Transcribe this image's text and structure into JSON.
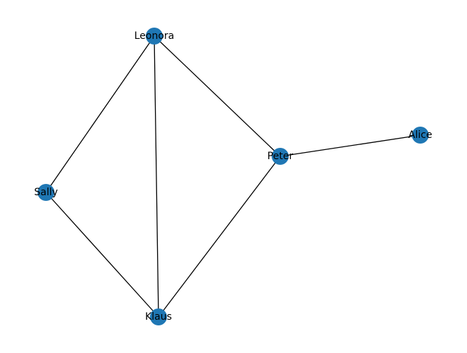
{
  "graph": {
    "node_color": "#1f77b4",
    "edge_color": "#000000",
    "nodes": [
      {
        "id": "Leonora",
        "label": "Leonora"
      },
      {
        "id": "Peter",
        "label": "Peter"
      },
      {
        "id": "Alice",
        "label": "Alice"
      },
      {
        "id": "Sally",
        "label": "Sally"
      },
      {
        "id": "Klaus",
        "label": "Klaus"
      }
    ],
    "edges": [
      [
        "Leonora",
        "Sally"
      ],
      [
        "Leonora",
        "Klaus"
      ],
      [
        "Leonora",
        "Peter"
      ],
      [
        "Peter",
        "Alice"
      ],
      [
        "Peter",
        "Klaus"
      ],
      [
        "Sally",
        "Klaus"
      ]
    ]
  }
}
